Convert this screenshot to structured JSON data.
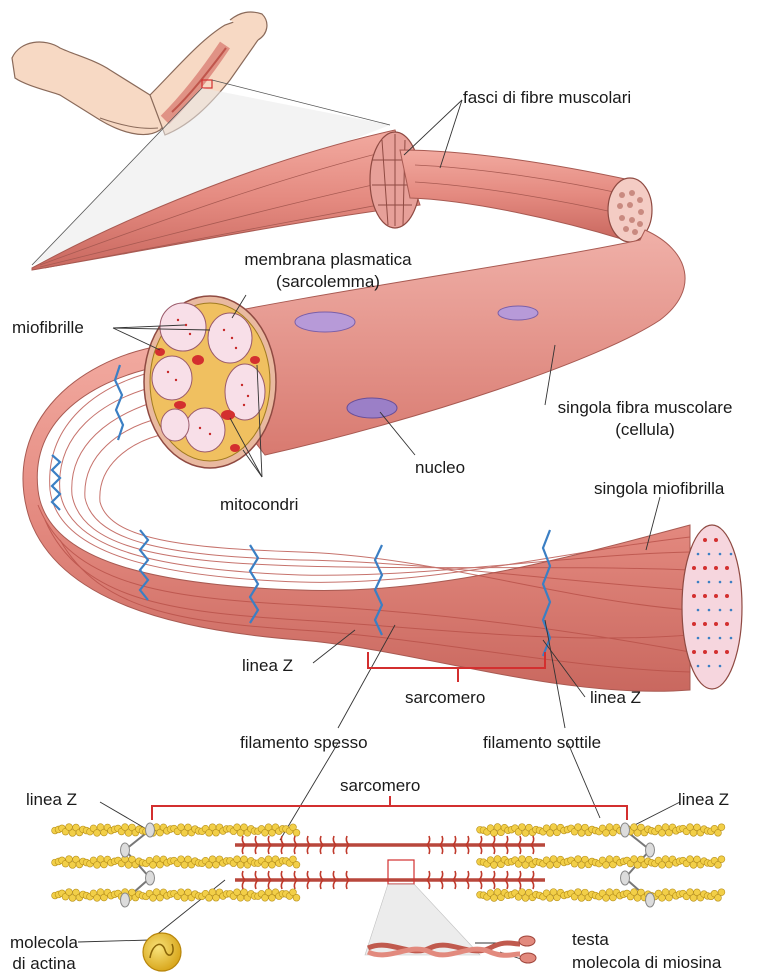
{
  "labels": {
    "fasci": "fasci di fibre muscolari",
    "membrana_1": "membrana plasmatica",
    "membrana_2": "(sarcolemma)",
    "miofibrille": "miofibrille",
    "singola_fibra_1": "singola fibra muscolare",
    "singola_fibra_2": "(cellula)",
    "nucleo": "nucleo",
    "mitocondri": "mitocondri",
    "singola_miofibrilla": "singola miofibrilla",
    "linea_z_left": "linea Z",
    "linea_z_right": "linea Z",
    "sarcomero_top": "sarcomero",
    "filamento_spesso": "filamento spesso",
    "filamento_sottile": "filamento sottile",
    "sarcomero_bottom": "sarcomero",
    "linea_z_bottom_left": "linea Z",
    "linea_z_bottom_right": "linea Z",
    "molecola_actina_1": "molecola",
    "molecola_actina_2": "di actina",
    "testa": "testa",
    "molecola_miosina": "molecola di miosina"
  },
  "colors": {
    "muscle": "#e8928a",
    "muscle_dark": "#c96a62",
    "muscle_light": "#f4b9b0",
    "zline": "#3b7fc4",
    "actin": "#e8c23a",
    "myosin": "#c0392b",
    "bracket": "#d32f2f",
    "nucleus": "#9b7fc7",
    "skin": "#f7d9c4"
  }
}
